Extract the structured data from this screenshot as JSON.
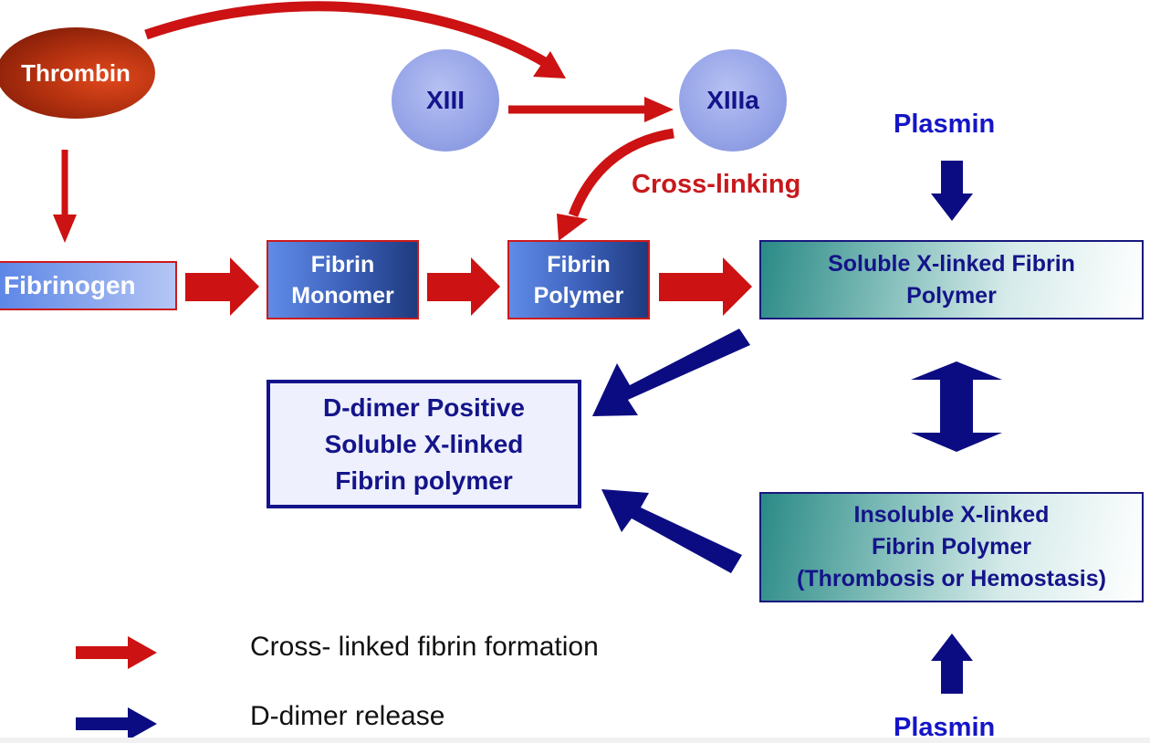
{
  "colors": {
    "red_arrow": "#cc1212",
    "blue_arrow": "#0c0c82",
    "text_blue": "#14148a",
    "plasmin_blue": "#1515c8",
    "crosslink_red": "#c8191c"
  },
  "nodes": {
    "thrombin": "Thrombin",
    "xiii": "XIII",
    "xiiia": "XIIIa",
    "fibrinogen": "Fibrinogen",
    "fibrin_monomer": [
      "Fibrin",
      "Monomer"
    ],
    "fibrin_polymer": [
      "Fibrin",
      "Polymer"
    ],
    "soluble_xlinked": [
      "Soluble X-linked Fibrin",
      "Polymer"
    ],
    "ddimer_positive": [
      "D-dimer Positive",
      "Soluble X-linked",
      "Fibrin polymer"
    ],
    "insoluble_xlinked": [
      "Insoluble X-linked",
      "Fibrin Polymer",
      "(Thrombosis or Hemostasis)"
    ]
  },
  "labels": {
    "plasmin_top": "Plasmin",
    "plasmin_bottom": "Plasmin",
    "cross_linking": "Cross-linking"
  },
  "legend": {
    "red": "Cross- linked fibrin formation",
    "blue": "D-dimer release"
  }
}
